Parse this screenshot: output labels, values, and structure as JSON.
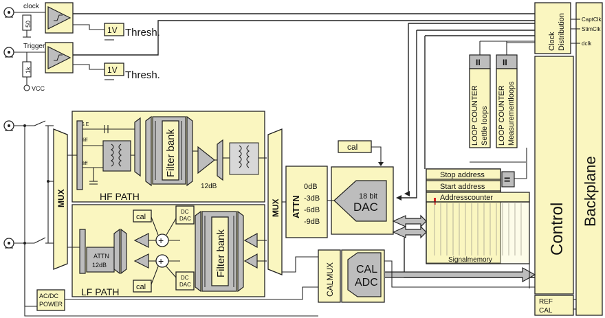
{
  "inputs": {
    "clock_label": "clock",
    "clock_res": "50",
    "trigger_label": "Trigger",
    "trigger_res": "1k",
    "vcc_label": "VCC",
    "thresh_value_1": "1V",
    "thresh_label_1": "Thresh.",
    "thresh_value_2": "1V",
    "thresh_label_2": "Thresh."
  },
  "clock_dist": {
    "label_line1": "Clock",
    "label_line2": "Distribution",
    "signals": [
      "CaptClk",
      "StimClk",
      "dclk"
    ]
  },
  "loop_counters": [
    {
      "title": "LOOP COUNTER",
      "sub": "Settle loops"
    },
    {
      "title": "LOOP COUNTER",
      "sub": "Measurementloops"
    }
  ],
  "hf_path": {
    "label": "HF PATH",
    "se": "S.E",
    "diff1": "diff",
    "diff2": "diff",
    "filter_bank": "Filter bank",
    "gain": "12dB"
  },
  "lf_path": {
    "label": "LF PATH",
    "attn_line1": "ATTN",
    "attn_line2": "12dB",
    "cal_top": "cal",
    "cal_bottom": "cal",
    "dc_dac_top_1": "DC",
    "dc_dac_top_2": "DAC",
    "dc_dac_bot_1": "DC",
    "dc_dac_bot_2": "DAC",
    "filter_bank": "Filter bank",
    "plus_1": "+",
    "plus_2": "+"
  },
  "mux_left": "MUX",
  "mux_right": "MUX",
  "attn": {
    "title": "ATTN",
    "levels": [
      "0dB",
      "-3dB",
      "-6dB",
      "-9dB"
    ]
  },
  "dac": {
    "bits": "18 bit",
    "label": "DAC",
    "cal": "cal"
  },
  "memory": {
    "stop_address": "Stop address",
    "start_address": "Start address",
    "address_counter": "Addresscounter",
    "signal_memory": "Signalmemory",
    "eq": "="
  },
  "control": "Control",
  "backplane": "Backplane",
  "calmux": "CALMUX",
  "cal_adc_line1": "CAL",
  "cal_adc_line2": "ADC",
  "acdc_line1": "AC/DC",
  "acdc_line2": "POWER",
  "ref": "REF",
  "cal_out": "CAL",
  "colors": {
    "block": "#faf6c0",
    "gray": "#bdbdbd",
    "line": "#222222"
  }
}
